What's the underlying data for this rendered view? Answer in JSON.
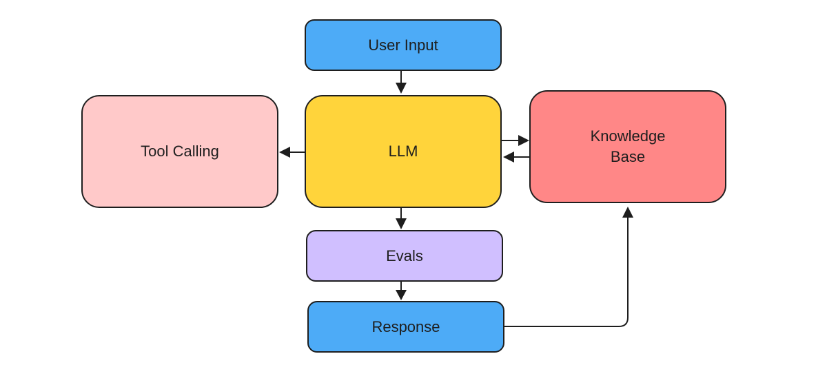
{
  "nodes": {
    "user_input": {
      "label": "User Input",
      "color": "#4dabf7"
    },
    "llm": {
      "label": "LLM",
      "color": "#ffd43b"
    },
    "tool_calling": {
      "label": "Tool Calling",
      "color": "#ffc9c9"
    },
    "knowledge_base": {
      "label": "Knowledge\nBase",
      "color": "#ff8787"
    },
    "evals": {
      "label": "Evals",
      "color": "#d0bfff"
    },
    "response": {
      "label": "Response",
      "color": "#4dabf7"
    }
  },
  "edges": [
    {
      "from": "user_input",
      "to": "llm"
    },
    {
      "from": "llm",
      "to": "tool_calling"
    },
    {
      "from": "llm",
      "to": "knowledge_base"
    },
    {
      "from": "knowledge_base",
      "to": "llm"
    },
    {
      "from": "llm",
      "to": "evals"
    },
    {
      "from": "evals",
      "to": "response"
    },
    {
      "from": "response",
      "to": "knowledge_base"
    }
  ],
  "colors": {
    "stroke": "#1e1e1e",
    "background": "#ffffff"
  }
}
